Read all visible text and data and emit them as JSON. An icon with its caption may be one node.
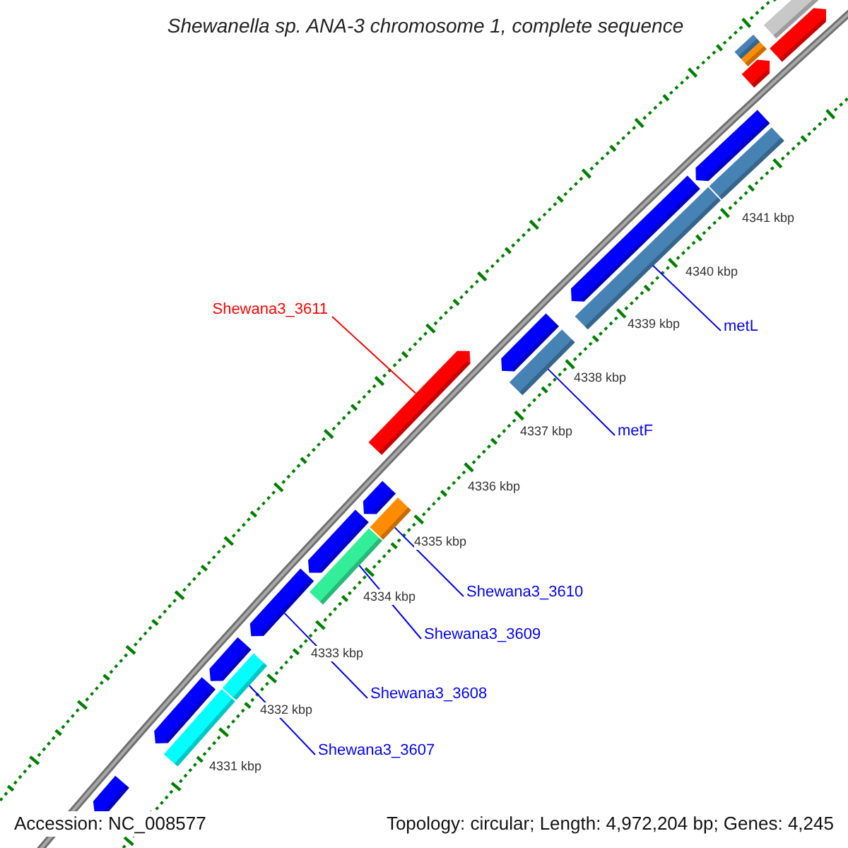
{
  "diagram": {
    "title": "Shewanella sp. ANA-3 chromosome 1, complete sequence",
    "nodes": [
      {
        "text": [
          "Shewana3_3611"
        ]
      },
      {
        "text": [],
        "shape": "bar"
      },
      {
        "text": [
          "metL"
        ]
      },
      {
        "text": [],
        "shape": "bar"
      },
      {
        "text": [
          "metF"
        ]
      },
      {
        "text": [],
        "shape": "bar"
      },
      {
        "text": [
          "Shewana3_3610"
        ]
      },
      {
        "text": [],
        "shape": "bar"
      },
      {
        "text": [
          "Shewana3_3609"
        ]
      },
      {
        "text": [],
        "shape": "bar"
      },
      {
        "text": [
          "Shewana3_3608"
        ]
      },
      {
        "text": [],
        "shape": "bar"
      },
      {
        "text": [
          "Shewana3_3607"
        ]
      },
      {
        "text": [],
        "shape": "bar"
      },
      {
        "text": [],
        "shape": "bar"
      },
      {
        "text": [],
        "shape": "bar"
      },
      {
        "text": [],
        "shape": "bar"
      },
      {
        "text": [],
        "shape": "bar"
      },
      {
        "text": [],
        "shape": "bar"
      },
      {
        "text": [],
        "shape": "bar"
      },
      {
        "text": [],
        "shape": "bar"
      },
      {
        "text": [],
        "shape": "bar"
      },
      {
        "text": [],
        "shape": "bar"
      },
      {
        "text": [],
        "shape": "bar"
      },
      {
        "text": [],
        "shape": "bar"
      },
      {
        "text": [],
        "shape": "bar"
      },
      {
        "text": [],
        "shape": "bar"
      },
      {
        "text": [],
        "shape": "bar"
      },
      {
        "text": [],
        "shape": "bar"
      }
    ],
    "edges": [
      {
        "from": 0,
        "to": 1,
        "arrow": "none",
        "color": "#ff0000"
      },
      {
        "from": 2,
        "to": 3,
        "arrow": "none"
      },
      {
        "from": 4,
        "to": 5,
        "arrow": "none"
      },
      {
        "from": 6,
        "to": 7,
        "arrow": "none"
      },
      {
        "from": 8,
        "to": 9,
        "arrow": "none"
      },
      {
        "from": 10,
        "to": 11,
        "arrow": "none"
      },
      {
        "from": 12,
        "to": 13,
        "arrow": "none"
      }
    ],
    "labels": [
      "4341 kbp",
      "4340 kbp",
      "4339 kbp",
      "4338 kbp",
      "4337 kbp",
      "4336 kbp",
      "4335 kbp",
      "4334 kbp",
      "4333 kbp",
      "4332 kbp",
      "4331 kbp",
      "Accession: NC_008577",
      "Topology: circular; Length: 4,972,204 bp; Genes: 4,245"
    ]
  }
}
